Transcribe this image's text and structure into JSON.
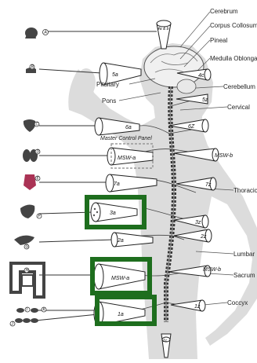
{
  "labels": {
    "cerebrum": "Cerebrum",
    "corpus": "Corpus Collosum",
    "pineal": "Pineal",
    "medulla": "Medulla Oblongata",
    "cerebellum": "Cerebellum",
    "pituitary": "Pituitary",
    "pons": "Pons",
    "cervical": "Cervical",
    "master": "Master Control Panel",
    "thoracic": "Thoracic",
    "lumbar": "Lumbar",
    "sacrum": "Sacrum",
    "coccyx": "Coccyx"
  },
  "cones": {
    "c4ab": "4a & b",
    "c5a": "5a",
    "c4c": "4c",
    "c5z": "5z",
    "c6a": "6a",
    "c6z": "6Z",
    "mswa": "MSW-a",
    "mswb": "MSW-b",
    "c7a": "7a",
    "c7z": "7z",
    "c3a": "3a",
    "c3z": "3z",
    "c2a": "2a",
    "c2z": "2z",
    "mswa2": "MSW-a",
    "mswb2": "MSW-b",
    "c1a": "1a",
    "c1z": "1z",
    "c1c": "1c"
  },
  "organ_letters": [
    "A",
    "B",
    "C",
    "D",
    "E",
    "F",
    "G",
    "H",
    "I",
    "J",
    "K"
  ],
  "colors": {
    "highlight": "#1e6e1e",
    "body": "#dcdcdc",
    "line": "#333333",
    "dashed": "#888888"
  }
}
